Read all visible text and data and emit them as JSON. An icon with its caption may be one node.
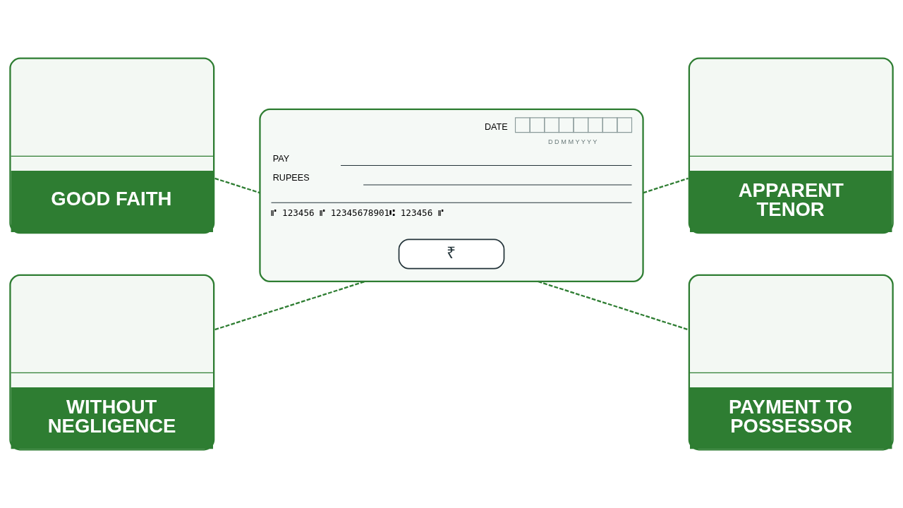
{
  "diagram": {
    "nodes": [
      {
        "text": [
          "GOOD FAITH"
        ]
      },
      {
        "text": [
          "APPARENT TENOR"
        ]
      },
      {
        "text": [
          "DATE",
          "D D M M Y Y Y Y",
          "PAY",
          "RUPEES",
          "⑈ 123456 ⑈ 12345678901⑆ 123456 ⑈"
        ]
      },
      {
        "text": [
          "₹"
        ],
        "in": 2
      },
      {
        "text": [
          "WITHOUT NEGLIGENCE"
        ]
      },
      {
        "text": [
          "PAYMENT TO POSSESSOR"
        ]
      }
    ],
    "edges": [
      {
        "from": 0,
        "to": 2,
        "arrow": "none",
        "style": "dashed"
      },
      {
        "from": 2,
        "to": 1,
        "arrow": "none",
        "style": "dashed"
      },
      {
        "from": 4,
        "to": 2,
        "arrow": "none",
        "style": "dashed"
      },
      {
        "from": 2,
        "to": 5,
        "arrow": "none",
        "style": "dashed"
      }
    ]
  }
}
